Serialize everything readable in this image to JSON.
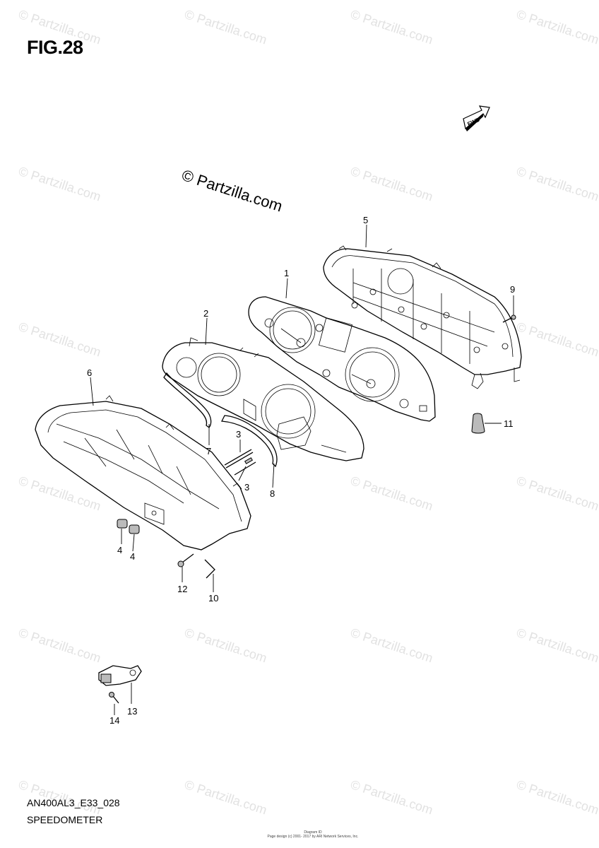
{
  "figure": {
    "title": "FIG.28",
    "code": "AN400AL3_E33_028",
    "caption": "SPEEDOMETER",
    "watermark_main": "© Partzilla.com",
    "watermark_tile": "© Partzilla.com",
    "fwd_label": "FWD",
    "copyright_line1": "Diagram ID",
    "copyright_line2": "Page design (c) 2001- 2017 by ARI Network Services, Inc."
  },
  "callouts": [
    {
      "id": "c1",
      "label": "1"
    },
    {
      "id": "c2",
      "label": "2"
    },
    {
      "id": "c3a",
      "label": "3"
    },
    {
      "id": "c3b",
      "label": "3"
    },
    {
      "id": "c4a",
      "label": "4"
    },
    {
      "id": "c4b",
      "label": "4"
    },
    {
      "id": "c5",
      "label": "5"
    },
    {
      "id": "c6",
      "label": "6"
    },
    {
      "id": "c7",
      "label": "7"
    },
    {
      "id": "c8",
      "label": "8"
    },
    {
      "id": "c9",
      "label": "9"
    },
    {
      "id": "c10",
      "label": "10"
    },
    {
      "id": "c11",
      "label": "11"
    },
    {
      "id": "c12",
      "label": "12"
    },
    {
      "id": "c13",
      "label": "13"
    },
    {
      "id": "c14",
      "label": "14"
    }
  ],
  "colors": {
    "line": "#000000",
    "watermark": "#e2e2e2",
    "background": "#ffffff"
  }
}
